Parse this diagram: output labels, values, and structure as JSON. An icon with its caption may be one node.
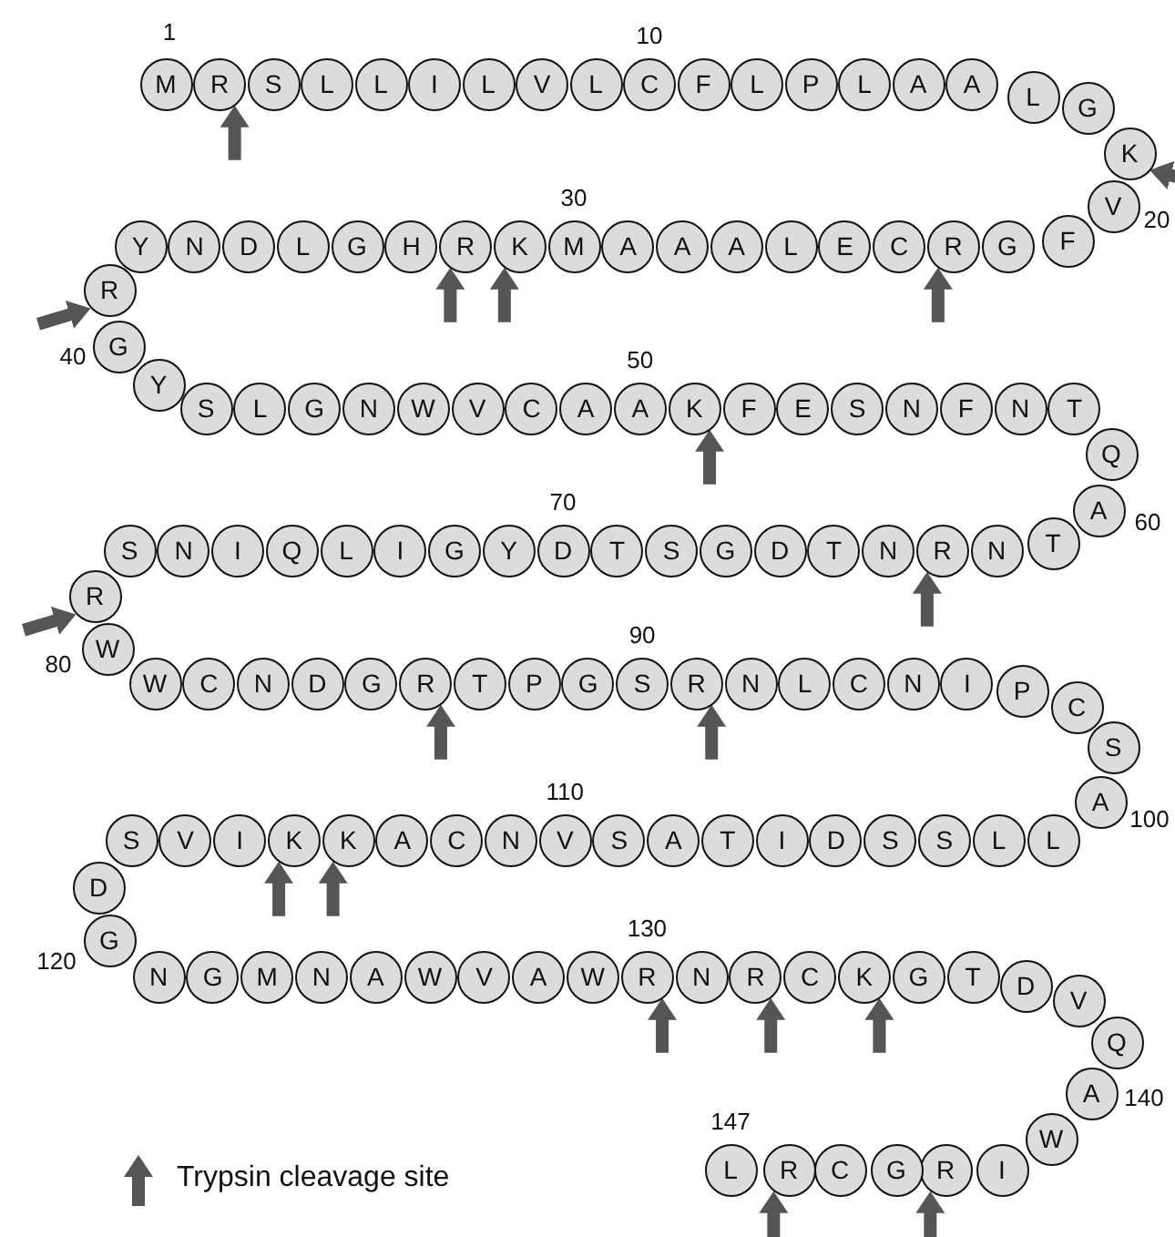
{
  "diagram": {
    "nodes": [
      {
        "text": [
          "M"
        ],
        "beside": [
          "1"
        ]
      },
      {
        "text": [
          "R"
        ]
      },
      {
        "text": [
          "S"
        ]
      },
      {
        "text": [
          "L"
        ]
      },
      {
        "text": [
          "L"
        ]
      },
      {
        "text": [
          "I"
        ]
      },
      {
        "text": [
          "L"
        ]
      },
      {
        "text": [
          "V"
        ]
      },
      {
        "text": [
          "L"
        ]
      },
      {
        "text": [
          "C"
        ],
        "beside": [
          "10"
        ]
      },
      {
        "text": [
          "F"
        ]
      },
      {
        "text": [
          "L"
        ]
      },
      {
        "text": [
          "P"
        ]
      },
      {
        "text": [
          "L"
        ]
      },
      {
        "text": [
          "A"
        ]
      },
      {
        "text": [
          "A"
        ]
      },
      {
        "text": [
          "L"
        ]
      },
      {
        "text": [
          "G"
        ]
      },
      {
        "text": [
          "K"
        ]
      },
      {
        "text": [
          "V"
        ],
        "beside": [
          "20"
        ]
      },
      {
        "text": [
          "F"
        ]
      },
      {
        "text": [
          "G"
        ]
      },
      {
        "text": [
          "R"
        ]
      },
      {
        "text": [
          "C"
        ]
      },
      {
        "text": [
          "E"
        ]
      },
      {
        "text": [
          "L"
        ]
      },
      {
        "text": [
          "A"
        ]
      },
      {
        "text": [
          "A"
        ]
      },
      {
        "text": [
          "A"
        ]
      },
      {
        "text": [
          "M"
        ],
        "beside": [
          "30"
        ]
      },
      {
        "text": [
          "K"
        ]
      },
      {
        "text": [
          "R"
        ]
      },
      {
        "text": [
          "H"
        ]
      },
      {
        "text": [
          "G"
        ]
      },
      {
        "text": [
          "L"
        ]
      },
      {
        "text": [
          "D"
        ]
      },
      {
        "text": [
          "N"
        ]
      },
      {
        "text": [
          "Y"
        ]
      },
      {
        "text": [
          "R"
        ]
      },
      {
        "text": [
          "G"
        ],
        "beside": [
          "40"
        ]
      },
      {
        "text": [
          "Y"
        ]
      },
      {
        "text": [
          "S"
        ]
      },
      {
        "text": [
          "L"
        ]
      },
      {
        "text": [
          "G"
        ]
      },
      {
        "text": [
          "N"
        ]
      },
      {
        "text": [
          "W"
        ]
      },
      {
        "text": [
          "V"
        ]
      },
      {
        "text": [
          "C"
        ]
      },
      {
        "text": [
          "A"
        ]
      },
      {
        "text": [
          "A"
        ],
        "beside": [
          "50"
        ]
      },
      {
        "text": [
          "K"
        ]
      },
      {
        "text": [
          "F"
        ]
      },
      {
        "text": [
          "E"
        ]
      },
      {
        "text": [
          "S"
        ]
      },
      {
        "text": [
          "N"
        ]
      },
      {
        "text": [
          "F"
        ]
      },
      {
        "text": [
          "N"
        ]
      },
      {
        "text": [
          "T"
        ]
      },
      {
        "text": [
          "Q"
        ]
      },
      {
        "text": [
          "A"
        ],
        "beside": [
          "60"
        ]
      },
      {
        "text": [
          "T"
        ]
      },
      {
        "text": [
          "N"
        ]
      },
      {
        "text": [
          "R"
        ]
      },
      {
        "text": [
          "N"
        ]
      },
      {
        "text": [
          "T"
        ]
      },
      {
        "text": [
          "D"
        ]
      },
      {
        "text": [
          "G"
        ]
      },
      {
        "text": [
          "S"
        ]
      },
      {
        "text": [
          "T"
        ]
      },
      {
        "text": [
          "D"
        ],
        "beside": [
          "70"
        ]
      },
      {
        "text": [
          "Y"
        ]
      },
      {
        "text": [
          "G"
        ]
      },
      {
        "text": [
          "I"
        ]
      },
      {
        "text": [
          "L"
        ]
      },
      {
        "text": [
          "Q"
        ]
      },
      {
        "text": [
          "I"
        ]
      },
      {
        "text": [
          "N"
        ]
      },
      {
        "text": [
          "S"
        ]
      },
      {
        "text": [
          "R"
        ]
      },
      {
        "text": [
          "W"
        ],
        "beside": [
          "80"
        ]
      },
      {
        "text": [
          "W"
        ]
      },
      {
        "text": [
          "C"
        ]
      },
      {
        "text": [
          "N"
        ]
      },
      {
        "text": [
          "D"
        ]
      },
      {
        "text": [
          "G"
        ]
      },
      {
        "text": [
          "R"
        ]
      },
      {
        "text": [
          "T"
        ]
      },
      {
        "text": [
          "P"
        ]
      },
      {
        "text": [
          "G"
        ]
      },
      {
        "text": [
          "S"
        ],
        "beside": [
          "90"
        ]
      },
      {
        "text": [
          "R"
        ]
      },
      {
        "text": [
          "N"
        ]
      },
      {
        "text": [
          "L"
        ]
      },
      {
        "text": [
          "C"
        ]
      },
      {
        "text": [
          "N"
        ]
      },
      {
        "text": [
          "I"
        ]
      },
      {
        "text": [
          "P"
        ]
      },
      {
        "text": [
          "C"
        ]
      },
      {
        "text": [
          "S"
        ]
      },
      {
        "text": [
          "A"
        ],
        "beside": [
          "100"
        ]
      },
      {
        "text": [
          "L"
        ]
      },
      {
        "text": [
          "L"
        ]
      },
      {
        "text": [
          "S"
        ]
      },
      {
        "text": [
          "S"
        ]
      },
      {
        "text": [
          "D"
        ]
      },
      {
        "text": [
          "I"
        ]
      },
      {
        "text": [
          "T"
        ]
      },
      {
        "text": [
          "A"
        ]
      },
      {
        "text": [
          "S"
        ]
      },
      {
        "text": [
          "V"
        ],
        "beside": [
          "110"
        ]
      },
      {
        "text": [
          "N"
        ]
      },
      {
        "text": [
          "C"
        ]
      },
      {
        "text": [
          "A"
        ]
      },
      {
        "text": [
          "K"
        ]
      },
      {
        "text": [
          "K"
        ]
      },
      {
        "text": [
          "I"
        ]
      },
      {
        "text": [
          "V"
        ]
      },
      {
        "text": [
          "S"
        ]
      },
      {
        "text": [
          "D"
        ]
      },
      {
        "text": [
          "G"
        ],
        "beside": [
          "120"
        ]
      },
      {
        "text": [
          "N"
        ]
      },
      {
        "text": [
          "G"
        ]
      },
      {
        "text": [
          "M"
        ]
      },
      {
        "text": [
          "N"
        ]
      },
      {
        "text": [
          "A"
        ]
      },
      {
        "text": [
          "W"
        ]
      },
      {
        "text": [
          "V"
        ]
      },
      {
        "text": [
          "A"
        ]
      },
      {
        "text": [
          "W"
        ]
      },
      {
        "text": [
          "R"
        ],
        "beside": [
          "130"
        ]
      },
      {
        "text": [
          "N"
        ]
      },
      {
        "text": [
          "R"
        ]
      },
      {
        "text": [
          "C"
        ]
      },
      {
        "text": [
          "K"
        ]
      },
      {
        "text": [
          "G"
        ]
      },
      {
        "text": [
          "T"
        ]
      },
      {
        "text": [
          "D"
        ]
      },
      {
        "text": [
          "V"
        ]
      },
      {
        "text": [
          "Q"
        ]
      },
      {
        "text": [
          "A"
        ],
        "beside": [
          "140"
        ]
      },
      {
        "text": [
          "W"
        ]
      },
      {
        "text": [
          "I"
        ]
      },
      {
        "text": [
          "R"
        ]
      },
      {
        "text": [
          "G"
        ]
      },
      {
        "text": [
          "C"
        ]
      },
      {
        "text": [
          "R"
        ]
      },
      {
        "text": [
          "L"
        ],
        "beside": [
          "147"
        ]
      }
    ],
    "edges": [
      {
        "from": null,
        "to": 1,
        "arrow": "to"
      },
      {
        "from": null,
        "to": 18,
        "arrow": "to"
      },
      {
        "from": null,
        "to": 22,
        "arrow": "to"
      },
      {
        "from": null,
        "to": 31,
        "arrow": "to"
      },
      {
        "from": null,
        "to": 30,
        "arrow": "to"
      },
      {
        "from": null,
        "to": 38,
        "arrow": "to"
      },
      {
        "from": null,
        "to": 50,
        "arrow": "to"
      },
      {
        "from": null,
        "to": 62,
        "arrow": "to"
      },
      {
        "from": null,
        "to": 78,
        "arrow": "to"
      },
      {
        "from": null,
        "to": 85,
        "arrow": "to"
      },
      {
        "from": null,
        "to": 90,
        "arrow": "to"
      },
      {
        "from": null,
        "to": 114,
        "arrow": "to"
      },
      {
        "from": null,
        "to": 113,
        "arrow": "to"
      },
      {
        "from": null,
        "to": 129,
        "arrow": "to"
      },
      {
        "from": null,
        "to": 131,
        "arrow": "to"
      },
      {
        "from": null,
        "to": 133,
        "arrow": "to"
      },
      {
        "from": null,
        "to": 145,
        "arrow": "to"
      },
      {
        "from": null,
        "to": 142,
        "arrow": "to"
      }
    ],
    "legend": [
      {
        "text": "Trypsin cleavage site"
      }
    ]
  }
}
